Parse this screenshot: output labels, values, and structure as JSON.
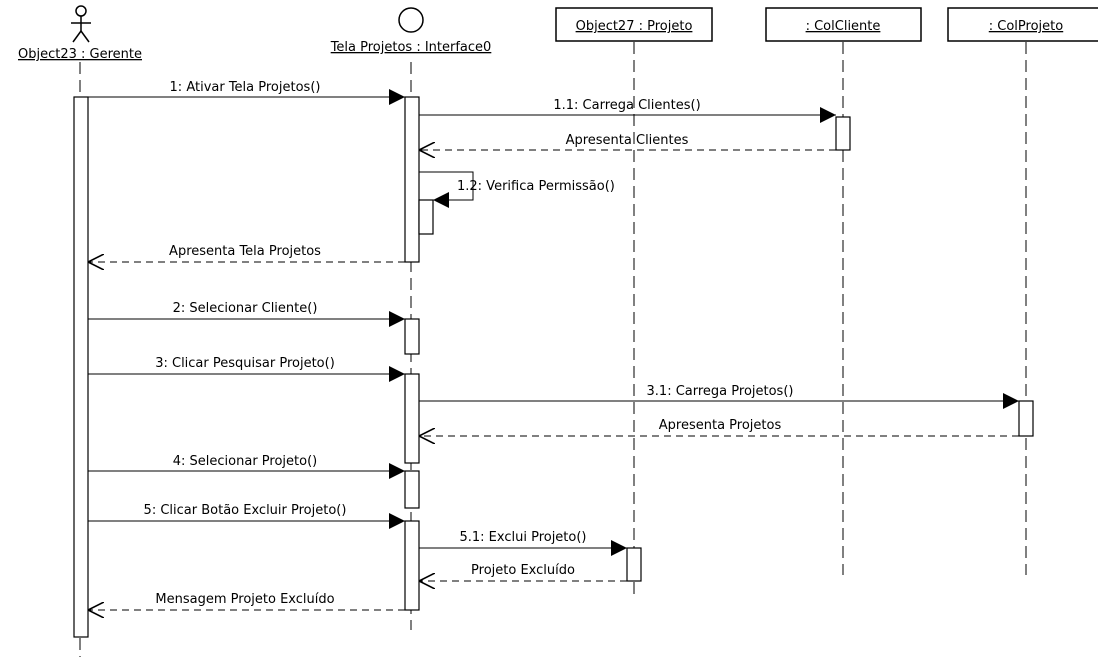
{
  "diagram": {
    "participants": [
      {
        "id": "gerente",
        "label": "Object23 : Gerente",
        "kind": "actor"
      },
      {
        "id": "tela",
        "label": "Tela Projetos : Interface0",
        "kind": "boundary"
      },
      {
        "id": "projeto",
        "label": "Object27 : Projeto",
        "kind": "object"
      },
      {
        "id": "colcliente",
        "label": ": ColCliente",
        "kind": "object"
      },
      {
        "id": "colprojeto",
        "label": ": ColProjeto",
        "kind": "object"
      }
    ],
    "messages": [
      {
        "label": "1: Ativar Tela Projetos()",
        "from": "gerente",
        "to": "tela",
        "kind": "call"
      },
      {
        "label": "1.1: Carrega Clientes()",
        "from": "tela",
        "to": "colcliente",
        "kind": "call"
      },
      {
        "label": "Apresenta Clientes",
        "from": "colcliente",
        "to": "tela",
        "kind": "return"
      },
      {
        "label": "1.2: Verifica Permissão()",
        "from": "tela",
        "to": "tela",
        "kind": "self"
      },
      {
        "label": "Apresenta Tela Projetos",
        "from": "tela",
        "to": "gerente",
        "kind": "return"
      },
      {
        "label": "2: Selecionar Cliente()",
        "from": "gerente",
        "to": "tela",
        "kind": "call"
      },
      {
        "label": "3: Clicar Pesquisar Projeto()",
        "from": "gerente",
        "to": "tela",
        "kind": "call"
      },
      {
        "label": "3.1: Carrega Projetos()",
        "from": "tela",
        "to": "colprojeto",
        "kind": "call"
      },
      {
        "label": "Apresenta Projetos",
        "from": "colprojeto",
        "to": "tela",
        "kind": "return"
      },
      {
        "label": "4: Selecionar Projeto()",
        "from": "gerente",
        "to": "tela",
        "kind": "call"
      },
      {
        "label": "5: Clicar Botão Excluir Projeto()",
        "from": "gerente",
        "to": "tela",
        "kind": "call"
      },
      {
        "label": "5.1: Exclui Projeto()",
        "from": "tela",
        "to": "projeto",
        "kind": "call"
      },
      {
        "label": "Projeto Excluído",
        "from": "projeto",
        "to": "tela",
        "kind": "return"
      },
      {
        "label": "Mensagem Projeto Excluído",
        "from": "tela",
        "to": "gerente",
        "kind": "return"
      }
    ]
  }
}
